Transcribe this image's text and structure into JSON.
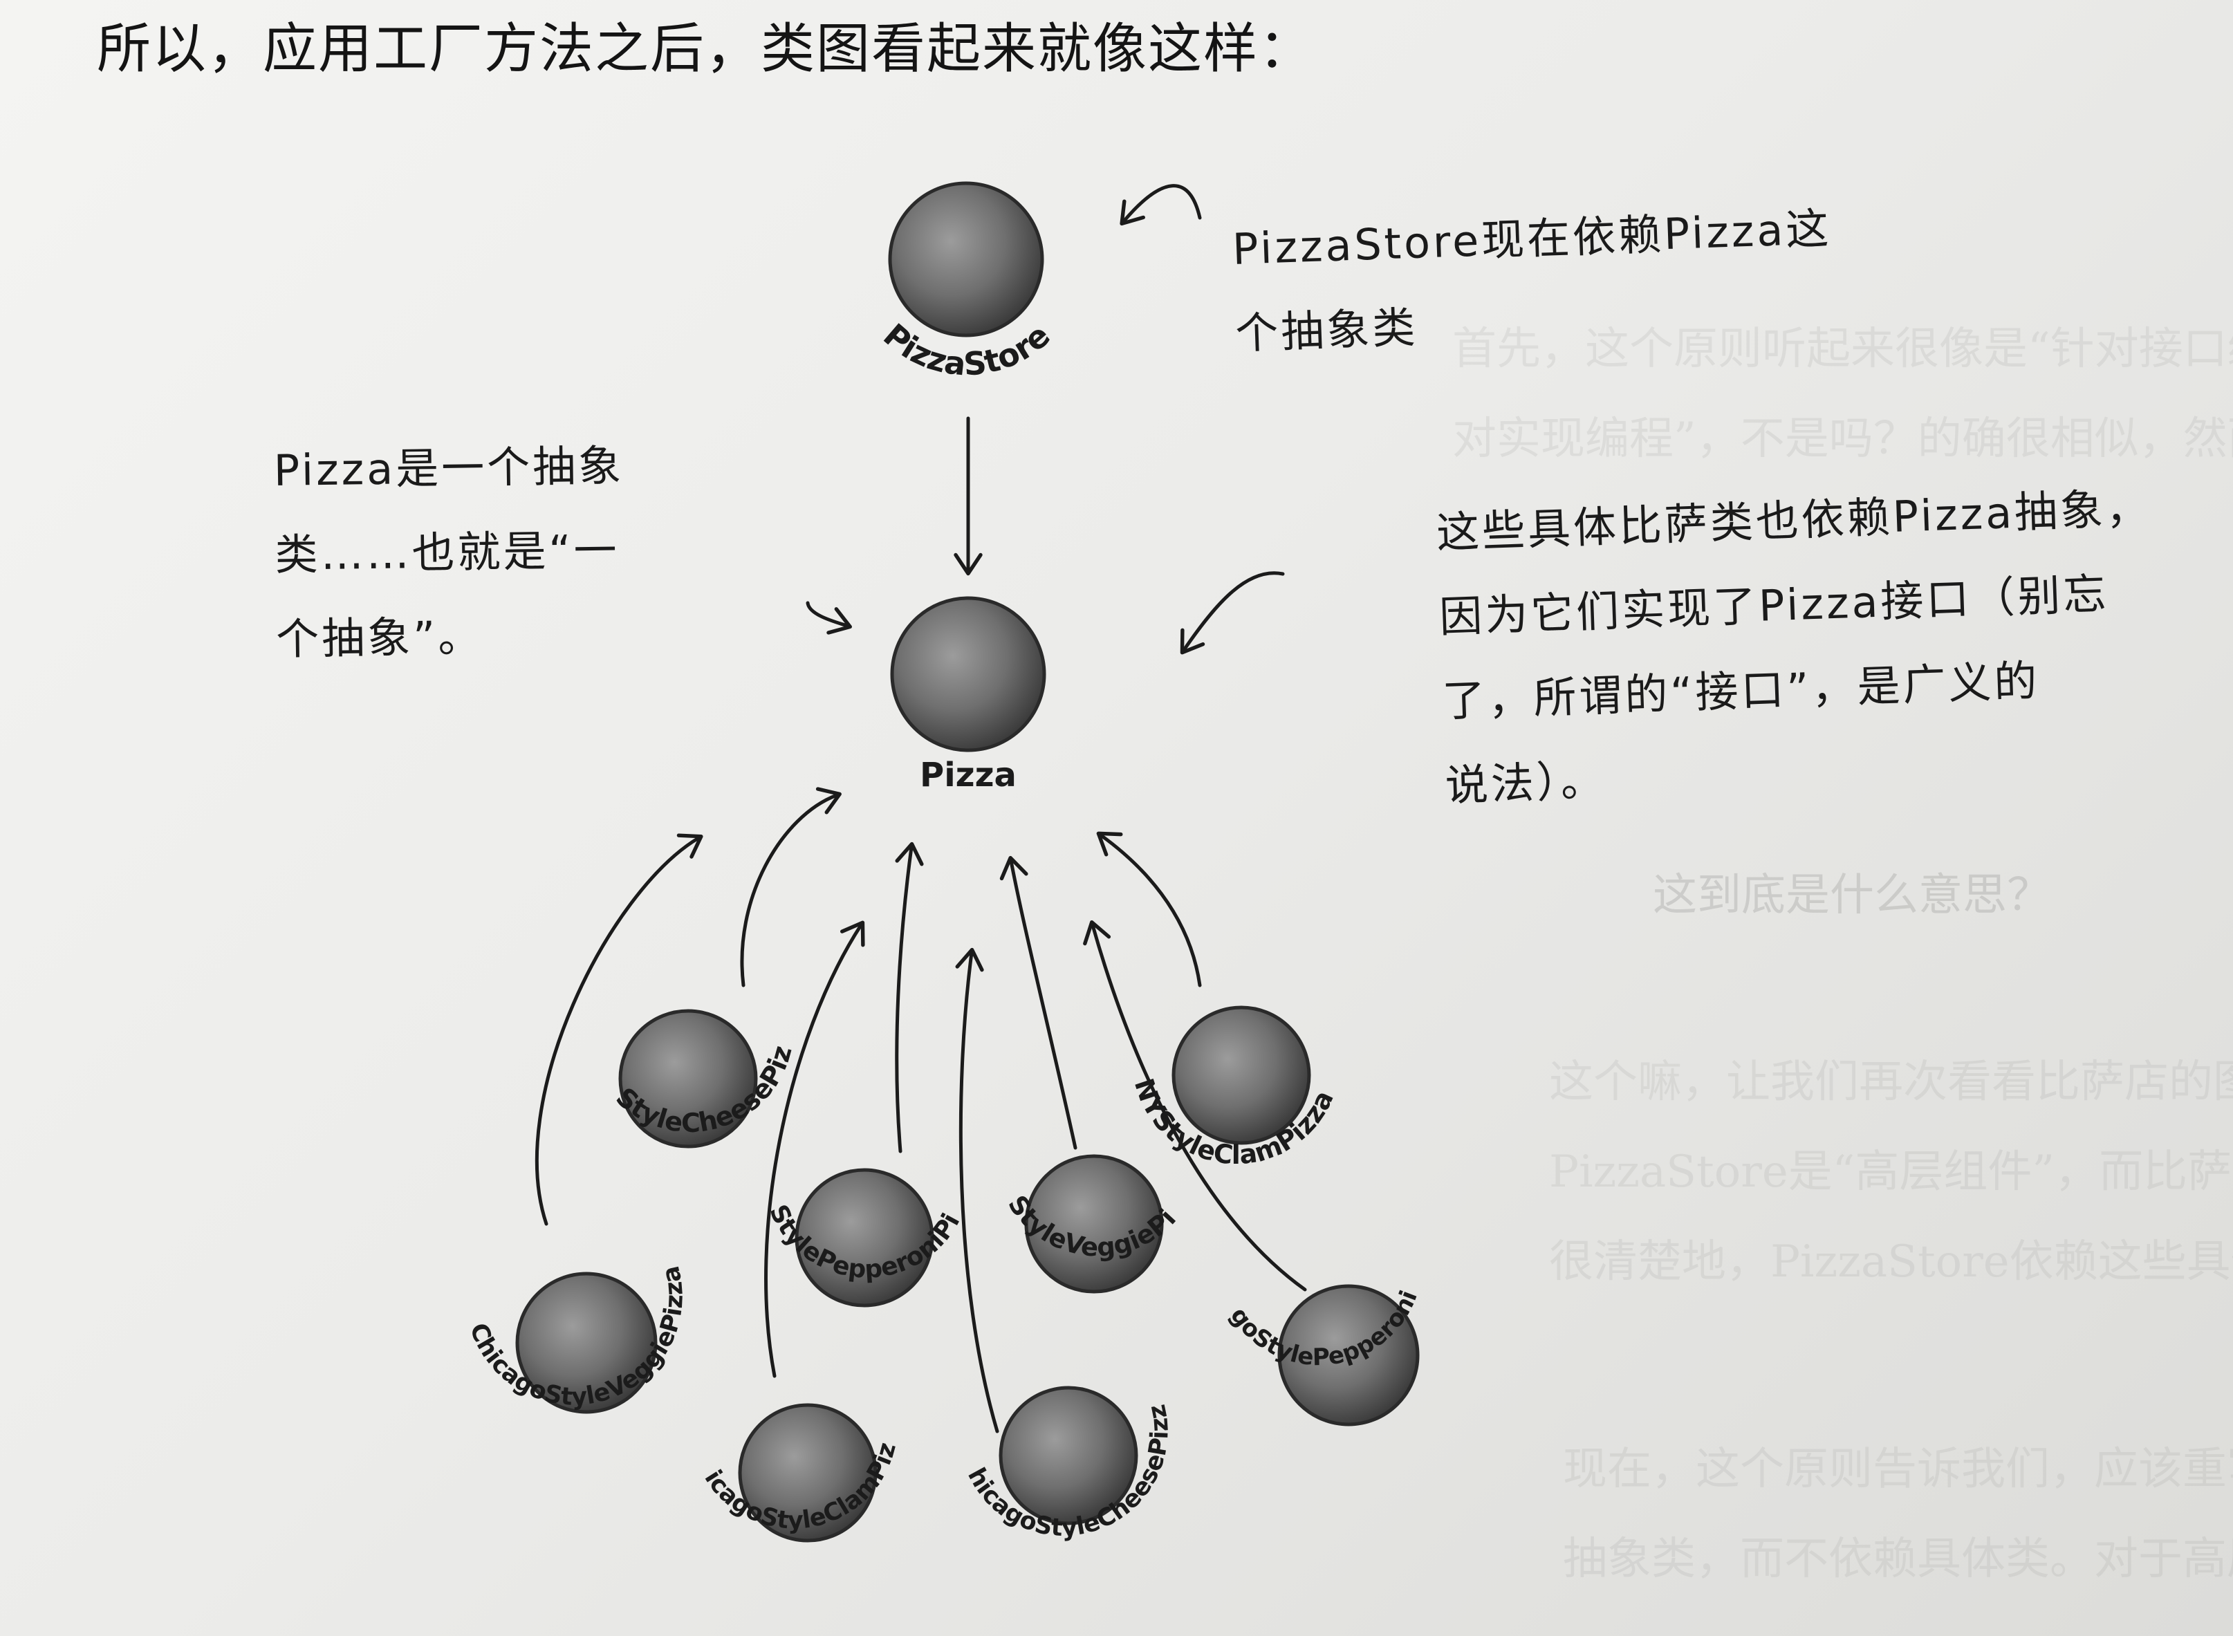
{
  "heading": "所以，应用工厂方法之后，类图看起来就像这样：",
  "annotations": {
    "pizzastore_note": [
      "PizzaStore现在依赖Pizza这",
      "个抽象类"
    ],
    "pizza_note": [
      "Pizza是一个抽象",
      "类……也就是“一",
      "个抽象”。"
    ],
    "concrete_note": [
      "这些具体比萨类也依赖Pizza抽象，",
      "因为它们实现了Pizza接口（别忘",
      "了，所谓的“接口”，是广义的",
      "说法）。"
    ]
  },
  "bleed_through_text": [
    "首先，这个原则听起来很像是“针对接口编程，不针",
    "对实现编程”，不是吗？的确很相似，然而这里更强",
    "这到底是什么意思？",
    "这个嘛，让我们再次看看比萨店的图。",
    "PizzaStore是“高层组件”，而比萨实现是“低层组件”，",
    "很清楚地，PizzaStore依赖这些具体比萨类。",
    "现在，这个原则告诉我们，应该重写代码以便于我们依赖",
    "抽象类，而不依赖具体类。对于高层及低层模块都应该如此"
  ],
  "classes": {
    "store": "PizzaStore",
    "abstract": "Pizza",
    "concrete": [
      "NYStyleCheesePizza",
      "NYStyleClamPizza",
      "NYStylePepperoniPizza",
      "NYStyleVeggiePizza",
      "ChicagoStyleVeggiePizza",
      "ChicagoStylePepperoniPizza",
      "ChicagoStyleClamPizza",
      "ChicagoStyleCheesePizza"
    ]
  },
  "colors": {
    "ink": "#1b1b1b",
    "ball": "#6f6f6f",
    "ball_highlight": "#9c9c9c",
    "ball_shadow": "#3a3a3a",
    "ghost": "#8d8d8b"
  }
}
